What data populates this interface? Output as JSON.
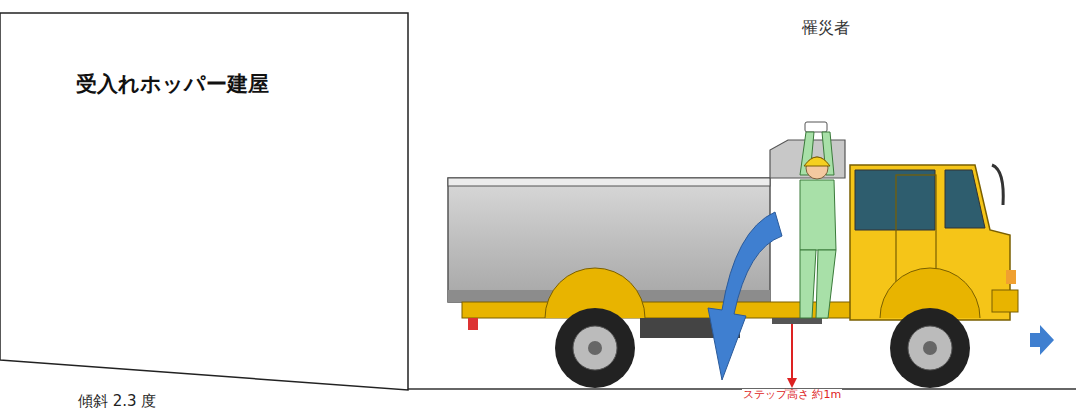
{
  "diagram": {
    "nodes": [
      {
        "text": [
          "受入れホッパー建屋"
        ]
      }
    ],
    "labels": [
      "罹災者",
      "傾斜 2.3 度",
      "ステップ高さ 約1m"
    ]
  }
}
